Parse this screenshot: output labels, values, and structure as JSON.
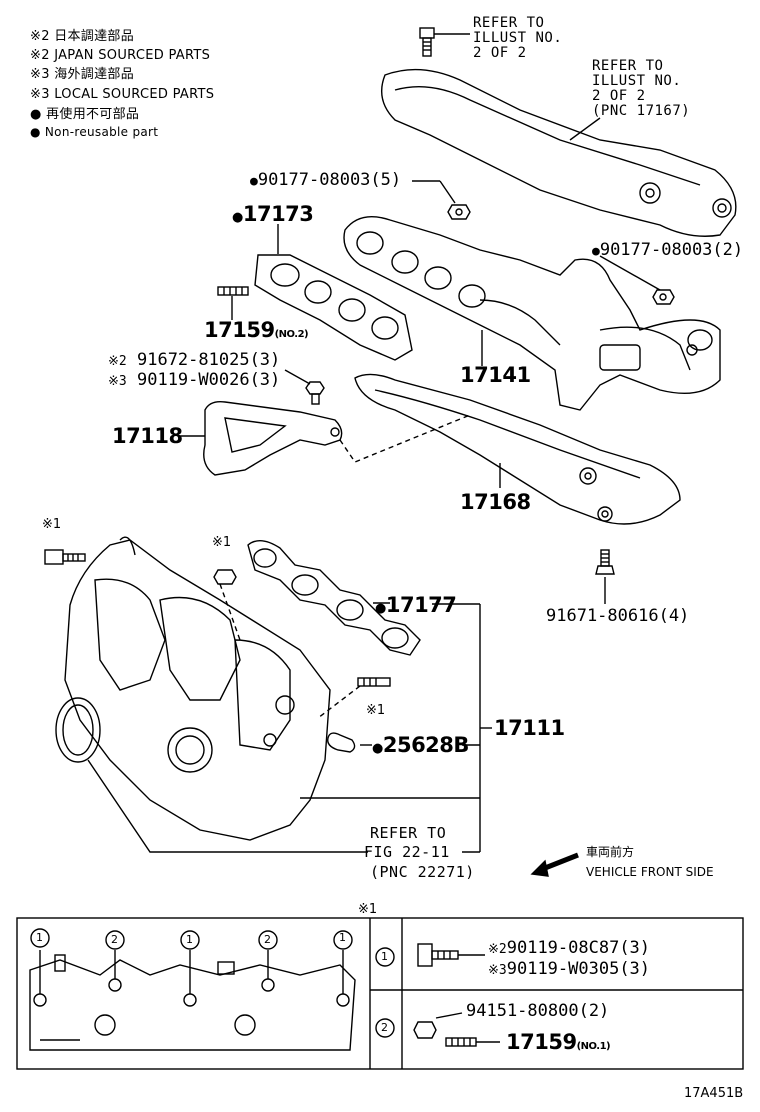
{
  "legend": [
    {
      "mark": "※2",
      "text": "日本調達部品"
    },
    {
      "mark": "※2",
      "text": "JAPAN SOURCED PARTS"
    },
    {
      "mark": "※3",
      "text": "海外調達部品"
    },
    {
      "mark": "※3",
      "text": "LOCAL SOURCED PARTS"
    },
    {
      "mark": "●",
      "text": "再使用不可部品"
    },
    {
      "mark": "●",
      "text": "Non-reusable part"
    }
  ],
  "refer_top": [
    "REFER TO",
    "ILLUST NO.",
    "2 OF 2"
  ],
  "refer_right": [
    "REFER TO",
    "ILLUST NO.",
    "2 OF 2",
    "(PNC 17167)"
  ],
  "refer_fig": [
    "REFER TO",
    "FIG 22-11",
    "(PNC 22271)"
  ],
  "parts": {
    "p90177_5": "90177-08003(5)",
    "p90177_2": "90177-08003(2)",
    "p17173": "17173",
    "p17159a": "17159",
    "p17159a_note": "(NO.2)",
    "p91672": "91672-81025(3)",
    "p90119a": "90119-W0026(3)",
    "p17141": "17141",
    "p17118": "17118",
    "p17168": "17168",
    "p91671": "91671-80616(4)",
    "p17177": "17177",
    "p17111": "17111",
    "p25628B": "25628B",
    "p90119b": "90119-08C87(3)",
    "p90119c": "90119-W0305(3)",
    "p94151": "94151-80800(2)",
    "p17159b": "17159",
    "p17159b_note": "(NO.1)"
  },
  "marks": {
    "dot": "●",
    "s1": "※1",
    "s2": "※2",
    "s3": "※3",
    "c1": "1",
    "c2": "2"
  },
  "direction": {
    "jp": "車両前方",
    "en": "VEHICLE FRONT SIDE"
  },
  "figure_id": "17A451B"
}
